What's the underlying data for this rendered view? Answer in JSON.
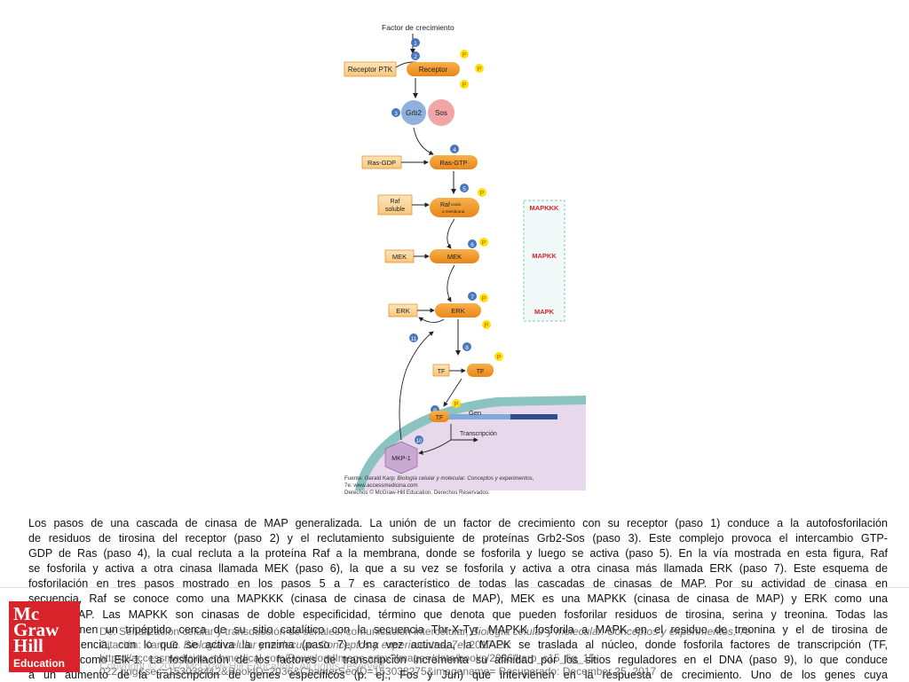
{
  "diagram": {
    "top_label": "Factor de crecimiento",
    "nodes": {
      "receptor_ptk": "Receptor PTK",
      "receptor": "Receptor",
      "grb2": "Grb2",
      "sos": "Sos",
      "ras_gdp": "Ras-GDP",
      "ras_gtp": "Ras-GTP",
      "raf_soluble_1": "Raf",
      "raf_soluble_2": "soluble",
      "raf_membrana_1": "Raf",
      "raf_membrana_2": "unida",
      "raf_membrana_3": "a membrana",
      "mek_left": "MEK",
      "mek_right": "MEK",
      "erk_left": "ERK",
      "erk_right": "ERK",
      "tf_left": "TF",
      "tf_right": "TF",
      "tf_nucleus": "TF",
      "gen": "Gen",
      "mkp1": "MKP-1",
      "transcripcion": "Transcripción"
    },
    "phosphate": "P",
    "steps": [
      "1",
      "2",
      "3",
      "4",
      "5",
      "6",
      "7",
      "8",
      "9",
      "10",
      "11"
    ],
    "kinase_levels": [
      "MAPKKK",
      "MAPKK",
      "MAPK"
    ],
    "colors": {
      "orange": "#f39c2a",
      "light_orange": "#fcd9a2",
      "yellow_p": "#ffe100",
      "step_blue": "#4a76bd",
      "grb2_blue": "#8fb1dd",
      "sos_pink": "#f2a5a5",
      "kinase_red": "#d8232a",
      "dna_blue": "#2d4f8f",
      "nucleus_purple": "#e8d8ec",
      "membrane_teal": "#8bc3c0",
      "mkp_purple": "#c9a8d3"
    }
  },
  "legend": {
    "line1": "Fuente: Gerald Karp: ",
    "line1_italic": "Biología celular y molecular. Conceptos y experimentos,",
    "line2": "7e: www.accessmedicina.com",
    "line3": "Derechos © McGraw-Hill Education. Derechos Reservados."
  },
  "caption": {
    "lines": [
      "Los pasos de una cascada de cinasa de MAP generalizada. La unión de un factor de crecimiento con su receptor (paso 1) conduce a la autofosforilación",
      "de residuos de tirosina del receptor (paso 2) y el reclutamiento subsiguiente de proteínas Grb2-Sos (paso 3). Este complejo provoca el intercambio GTP-",
      "GDP de Ras (paso 4), la cual recluta a la proteína Raf a la membrana, donde se fosforila y luego se activa (paso 5). En la vía mostrada en esta figura, Raf",
      "se fosforila y activa a otra cinasa llamada MEK (paso 6), la que a su vez se fosforila y activa a otra cinasa más llamada ERK (paso 7). Este esquema de",
      "fosforilación en tres pasos mostrado en los pasos 5 a 7 es característico de todas las cascadas de cinasas de MAP. Por su actividad de cinasa en",
      "secuencia, Raf se conoce como una MAPKKK (cinasa de cinasa de cinasa de MAP), MEK es una MAPKK (cinasa de cinasa de MAP) y ERK como una",
      "cinasa MAP. Las MAPKK son cinasas de doble especificidad, término que denota que pueden fosforilar residuos de tirosina, serina y treonina. Todas las",
      "MAPK tienen un tripéptido cerca de su sitio catalítico con la secuencia Thr-X-Tyr. MAPKK fosforila a MAPK en el residuo de treonina y el de tirosina de",
      "esta secuencia, con lo que se activa la enzima (paso 7). Una vez activada, la MAPK se traslada al núcleo, donde fosforila factores de transcripción (TF,",
      "paso 8), como Elk-1. La fosforilación de los factores de transcripción incrementa su afinidad por los sitios reguladores en el DNA (paso 9), lo que conduce",
      "a un aumento de la transcripción de genes específicos (p. ej., Fos y Jun) que intervienen en la respuesta de crecimiento. Uno de los genes cuya"
    ]
  },
  "logo": {
    "l1": "Mc",
    "l2": "Graw",
    "l3": "Hill",
    "l4": "Education"
  },
  "source": {
    "line1_prefix": "De: Señalización celular y transducción de señales: comunicación intercelular, ",
    "line1_italic": "Biología celular y molecular. Conceptos y experimentos, 7e",
    "line2_prefix": "Citación: Karp G. ",
    "line2_italic": "Biología celular y molecular. Conceptos y experimentos, 7e;",
    "line2_suffix": " 2017 En:",
    "line3": "https://accessmedicina.mhmedical.com/DownloadImage.aspx?image=/data/books/2036/karp_c15_fig_15-",
    "line4": "022.png&sec=153038412&BookID=2036&ChapterSecID=153038275&imagename= Recuperado: December 25, 2017"
  },
  "copyright": "Copyright © 2017 McGraw-Hill Education. All rights reserved"
}
